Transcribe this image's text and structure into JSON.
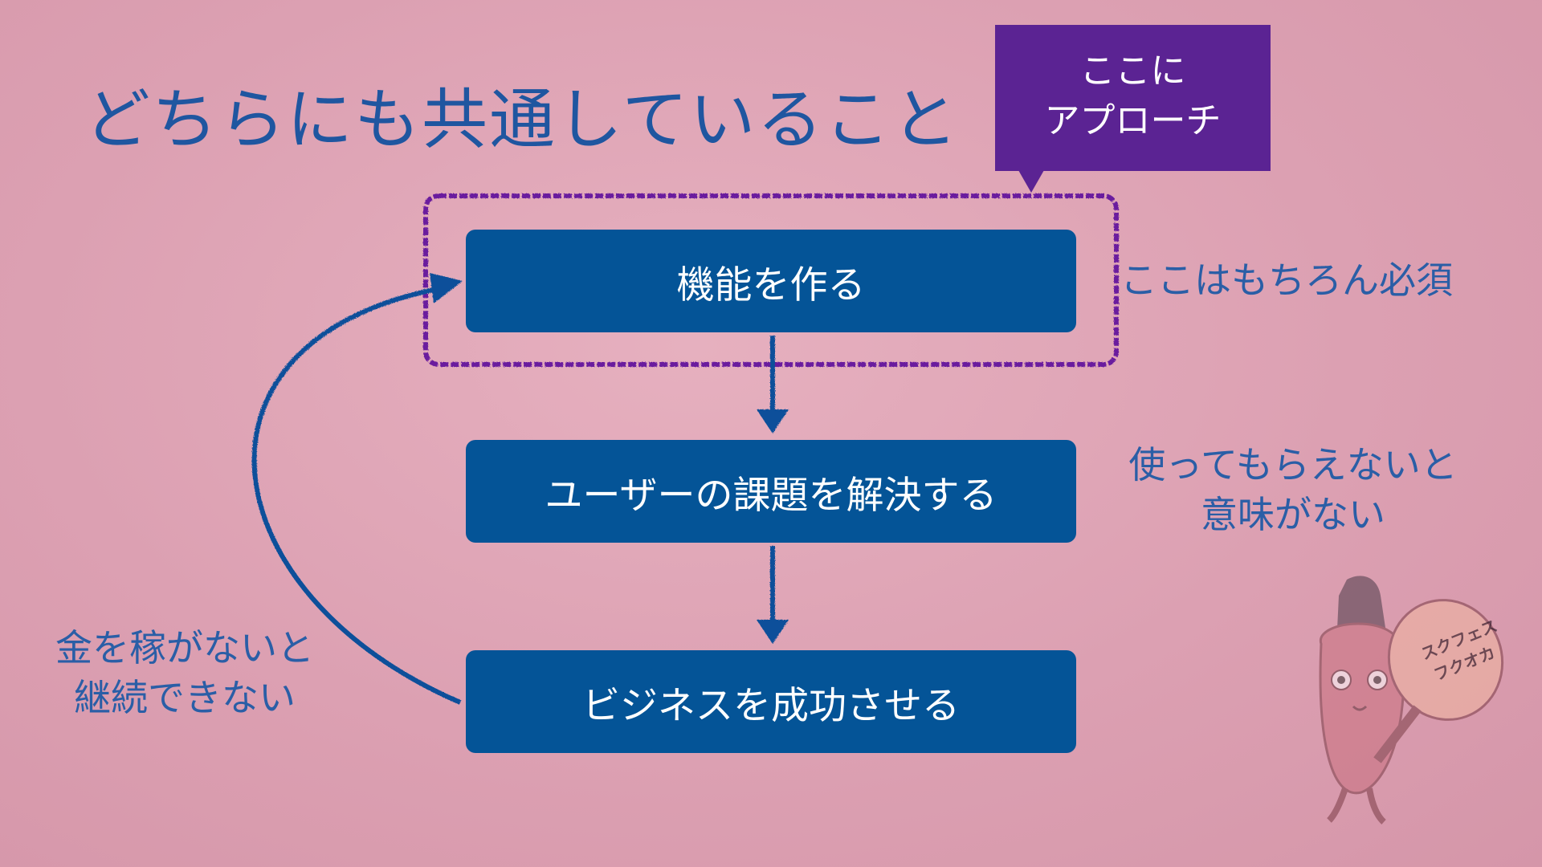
{
  "title": "どちらにも共通していること",
  "callout": {
    "line1": "ここに",
    "line2": "アプローチ",
    "color": "#5b2393"
  },
  "flow": {
    "box_color": "#045497",
    "steps": [
      {
        "label": "機能を作る"
      },
      {
        "label": "ユーザーの課題を解決する"
      },
      {
        "label": "ビジネスを成功させる"
      }
    ]
  },
  "notes": {
    "right_top": "ここはもちろん必須",
    "right_mid_line1": "使ってもらえないと",
    "right_mid_line2": "意味がない",
    "left_line1": "金を稼がないと",
    "left_line2": "継続できない"
  },
  "mascot": {
    "sign_line1": "スクフェス",
    "sign_line2": "フクオカ"
  }
}
